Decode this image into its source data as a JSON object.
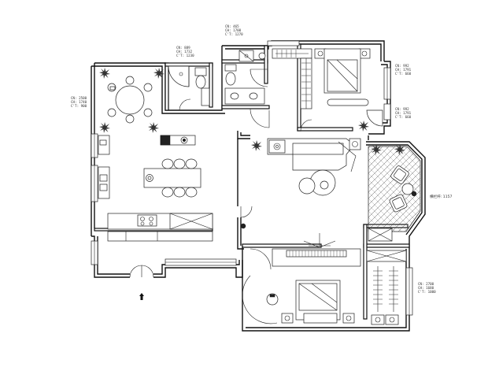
{
  "annotations": [
    {
      "id": "dims-dining-left",
      "lines": [
        "CN: 2500",
        "CH: 1740",
        "C'T: 900"
      ]
    },
    {
      "id": "dims-bath-top",
      "lines": [
        "CN: 889",
        "CH: 1732",
        "C'T: 1230"
      ]
    },
    {
      "id": "dims-entry-top",
      "lines": [
        "CN: 465",
        "CH: 1700",
        "C'T: 1270"
      ]
    },
    {
      "id": "dims-bed1-upper",
      "lines": [
        "CN: 992",
        "CH: 1791",
        "C'T: 660"
      ]
    },
    {
      "id": "dims-bed1-lower",
      "lines": [
        "CN: 992",
        "CH: 1791",
        "C'T: 660"
      ]
    },
    {
      "id": "dims-bed2",
      "lines": [
        "CN: 2700",
        "CH: 1680",
        "C'T: 1000"
      ]
    }
  ],
  "bay_label": "横栏杆: 1157",
  "colors": {
    "line": "#111111",
    "background": "#ffffff"
  },
  "icons": [
    "plant-icon",
    "entrance-arrow-icon",
    "door-swing-icon"
  ]
}
